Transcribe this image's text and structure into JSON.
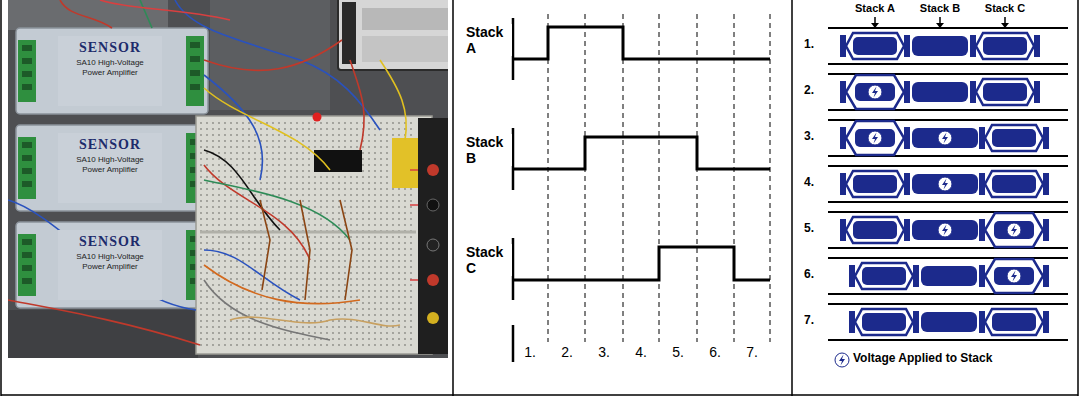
{
  "diagram": {
    "nodes": [
      {
        "text": [
          "SENSOR",
          "SA10 High-Voltage Power Amplifier"
        ]
      },
      {
        "text": [
          "SENSOR",
          "SA10 High-Voltage Power Amplifier"
        ]
      },
      {
        "text": [
          "SENSOR",
          "SA10 High-Voltage Power Amplifier"
        ]
      }
    ],
    "labels": [
      "Stack A",
      "Stack B",
      "Stack C",
      "1.",
      "2.",
      "3.",
      "4.",
      "5.",
      "6.",
      "7.",
      "Stack A",
      "Stack B",
      "Stack C",
      "1.",
      "2.",
      "3.",
      "4.",
      "5.",
      "6.",
      "7."
    ],
    "legend": [
      {
        "text": "Voltage Applied to Stack"
      }
    ]
  }
}
